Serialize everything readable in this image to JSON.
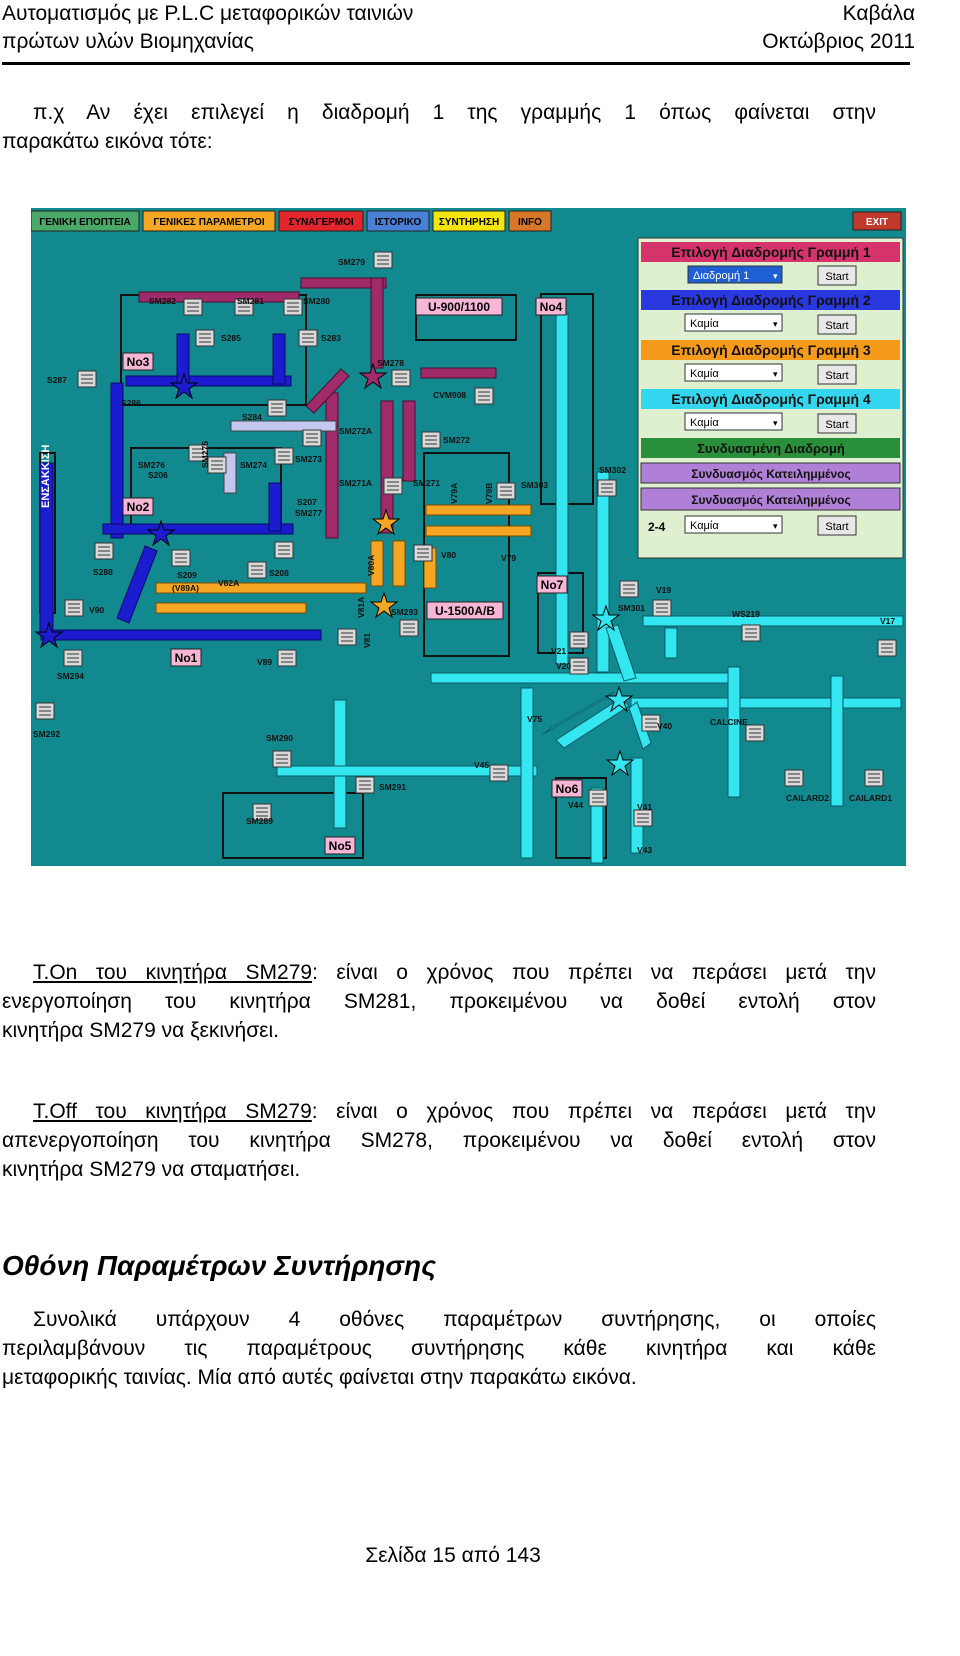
{
  "header": {
    "left_line1": "Αυτοματισμός με P.L.C μεταφορικών ταινιών",
    "left_line2": "πρώτων υλών Βιομηχανίας",
    "right_line1": "Καβάλα",
    "right_line2": "Οκτώβριος 2011"
  },
  "intro": {
    "line1": "π.χ Αν έχει επιλεγεί η διαδρομή 1 της γραμμής 1 όπως φαίνεται στην",
    "line2": "παρακάτω εικόνα τότε:"
  },
  "scada": {
    "tabs": [
      {
        "label": "ΓΕΝΙΚΗ ΕΠΟΠΤΕΙΑ",
        "color": "#4aa868"
      },
      {
        "label": "ΓΕΝΙΚΕΣ ΠΑΡΑΜΕΤΡΟΙ",
        "color": "#f5a623"
      },
      {
        "label": "ΣΥΝΑΓΕΡΜΟΙ",
        "color": "#e3252c"
      },
      {
        "label": "ΙΣΤΟΡΙΚΟ",
        "color": "#4a7fd6"
      },
      {
        "label": "ΣΥΝΤΗΡΗΣΗ",
        "color": "#f5e50f"
      },
      {
        "label": "INFO",
        "color": "#d8772a"
      }
    ],
    "exit_label": "EXIT",
    "panel": {
      "route1": {
        "title": "Επιλογή Διαδρομής Γραμμή 1",
        "value": "Διαδρομή 1",
        "start": "Start"
      },
      "route2": {
        "title": "Επιλογή Διαδρομής Γραμμή 2",
        "value": "Καμία",
        "start": "Start"
      },
      "route3": {
        "title": "Επιλογή Διαδρομής Γραμμή 3",
        "value": "Καμία",
        "start": "Start"
      },
      "route4": {
        "title": "Επιλογή Διαδρομής Γραμμή 4",
        "value": "Καμία",
        "start": "Start"
      },
      "combined": "Συνδυασμένη Διαδρομή",
      "occupied1": "Συνδυασμός Κατειλημμένος",
      "occupied2": "Συνδυασμός Κατειλημμένος",
      "combo_code": "2-4",
      "combo_value": "Καμία",
      "combo_start": "Start"
    },
    "side_label": "ΕΝΣΑΚΚΙΣΗ",
    "silos": {
      "no1": "No1",
      "no2": "No2",
      "no3": "No3",
      "no4": "No4",
      "no5": "No5",
      "no6": "No6",
      "no7": "No7",
      "u900": "U-900/1100",
      "u1500": "U-1500A/B"
    },
    "labels": {
      "SM279": "SM279",
      "SM282": "SM282",
      "SM281": "SM281",
      "SM280": "SM280",
      "S285": "S285",
      "S283": "S283",
      "S287": "S287",
      "SM278": "SM278",
      "S286": "S286",
      "S284": "S284",
      "CVM908": "CVM908",
      "SM272A": "SM272A",
      "SM272": "SM272",
      "SM276": "SM276",
      "S206": "S206",
      "SM275": "SM275",
      "SM274": "SM274",
      "SM273": "SM273",
      "SM271A": "SM271A",
      "SM271": "SM271",
      "V79A": "V79A",
      "V79B": "V79B",
      "SM303": "SM303",
      "SM302": "SM302",
      "S207": "S207",
      "SM277": "SM277",
      "S288": "S288",
      "S209": "S209",
      "V89A": "(V89A)",
      "V82A": "V82A",
      "S208": "S208",
      "V80A": "V80A",
      "V80": "V80",
      "V79": "V79",
      "V90": "V90",
      "V81A": "V81A",
      "SM293": "SM293",
      "V81": "V81",
      "V89": "V89",
      "SM294": "SM294",
      "V19": "V19",
      "SM301": "SM301",
      "WS219": "WS219",
      "V17": "V17",
      "V21": "V21",
      "V20": "V20",
      "SM292": "SM292",
      "V75": "V75",
      "V40": "V40",
      "CALCINE": "CALCINE",
      "SM290": "SM290",
      "V45": "V45",
      "SM291": "SM291",
      "V44": "V44",
      "V41": "V41",
      "CAILARD2": "CAILARD2",
      "CAILARD1": "CAILARD1",
      "SM289": "SM289",
      "V43": "V43"
    }
  },
  "ton": {
    "term": "T.On του κινητήρα SM279",
    "line1_rest": ": είναι ο χρόνος που πρέπει να περάσει μετά την",
    "line2": "ενεργοποίηση του κινητήρα SM281, προκειμένου να δοθεί εντολή στον",
    "line3": "κινητήρα SM279 να ξεκινήσει."
  },
  "toff": {
    "term": "T.Off του κινητήρα SM279",
    "line1_rest": ": είναι ο χρόνος που πρέπει να περάσει μετά την",
    "line2": "απενεργοποίηση του κινητήρα SM278, προκειμένου να δοθεί εντολή στον",
    "line3": "κινητήρα SM279 να σταματήσει."
  },
  "section": {
    "heading": "Οθόνη Παραμέτρων Συντήρησης",
    "line1": "Συνολικά υπάρχουν 4 οθόνες παραμέτρων συντήρησης, οι οποίες",
    "line2": "περιλαμβάνουν τις παραμέτρους συντήρησης κάθε κινητήρα και κάθε",
    "line3": "μεταφορικής ταινίας. Μία από αυτές φαίνεται στην παρακάτω εικόνα."
  },
  "footer": "Σελίδα 15 από 143"
}
